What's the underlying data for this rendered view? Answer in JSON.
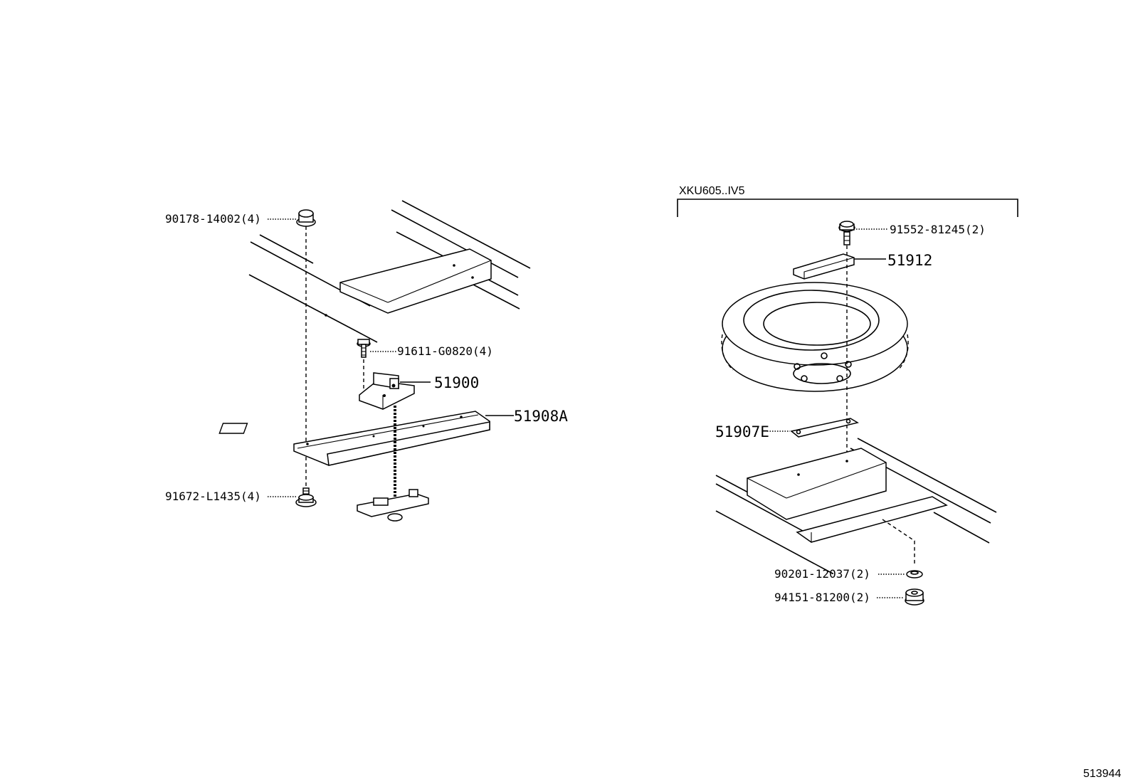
{
  "figure_code": "513944",
  "variant_label": "XKU605..IV5",
  "parts_left": {
    "nut_top": "90178-14002(4)",
    "bolt_small": "91611-G0820(4)",
    "carrier": "51900",
    "bracket": "51908A",
    "bolt_bottom": "91672-L1435(4)"
  },
  "parts_right": {
    "bolt_top": "91552-81245(2)",
    "plate_top": "51912",
    "plate_bottom": "51907E",
    "washer": "90201-12037(2)",
    "nut_bottom": "94151-81200(2)"
  }
}
